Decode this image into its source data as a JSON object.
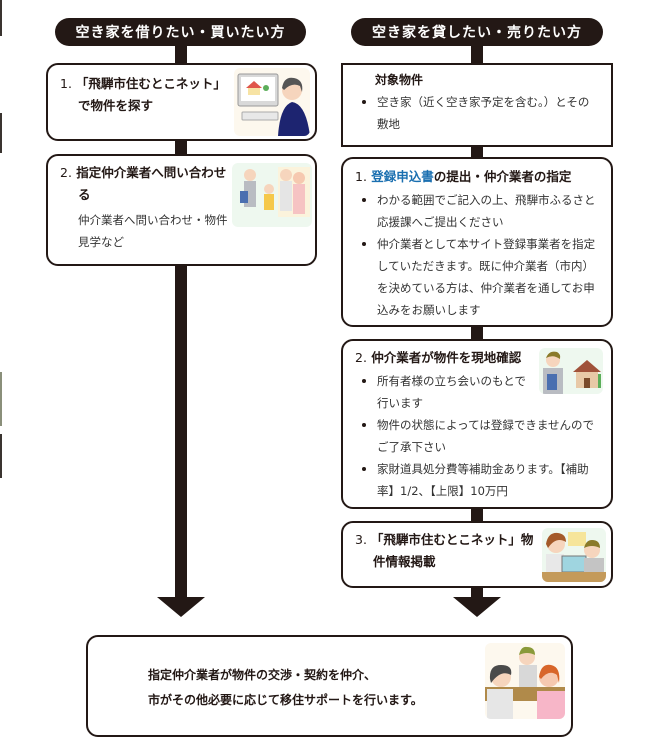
{
  "left_column": {
    "header": "空き家を借りたい・買いたい方",
    "steps": [
      {
        "num": "1.",
        "title": "「飛騨市住むとこネット」で物件を探す",
        "title_line1": "「飛騨市住むとこネット」",
        "title_line2": "で物件を探す",
        "illustration": "person-at-computer-illustration"
      },
      {
        "num": "2.",
        "title_line1": "指定仲介業者へ問い合わせ",
        "title_line2": "る",
        "desc_line1": "仲介業者へ問い合わせ・物件",
        "desc_line2": "見学など",
        "illustration": "family-with-agent-illustration"
      }
    ]
  },
  "right_column": {
    "header": "空き家を貸したい・売りたい方",
    "target": {
      "label": "対象物件",
      "items": [
        "空き家（近く空き家予定を含む。）とその敷地"
      ],
      "item_line1": "空き家（近く空き家予定を含む。）とその",
      "item_line2": "敷地"
    },
    "steps": [
      {
        "num": "1.",
        "link_text": "登録申込書",
        "title_rest": "の提出・仲介業者の指定",
        "bullets": [
          "わかる範囲でご記入の上、飛騨市ふるさと応援課へご提出ください",
          "仲介業者として本サイト登録事業者を指定していただきます。既に仲介業者（市内）を決めている方は、仲介業者を通してお申込みをお願いします"
        ]
      },
      {
        "num": "2.",
        "title": "仲介業者が物件を現地確認",
        "bullets": [
          "所有者様の立ち会いのもとで行います",
          "物件の状態によっては登録できませんのでご了承下さい",
          "家財道具処分費等補助金あります。【補助率】1/2、【上限】10万円"
        ],
        "illustration": "agent-inspecting-house-illustration"
      },
      {
        "num": "3.",
        "title_line1": "「飛騨市住むとこネット」物",
        "title_line2": "件情報掲載",
        "illustration": "consultation-at-computer-illustration"
      }
    ]
  },
  "final": {
    "line1": "指定仲介業者が物件の交渉・契約を仲介、",
    "line2": "市がその他必要に応じて移住サポートを行います。",
    "illustration": "three-people-meeting-illustration"
  },
  "colors": {
    "dark_brown": "#231815",
    "link_blue": "#1a6fb0",
    "background": "#ffffff"
  }
}
